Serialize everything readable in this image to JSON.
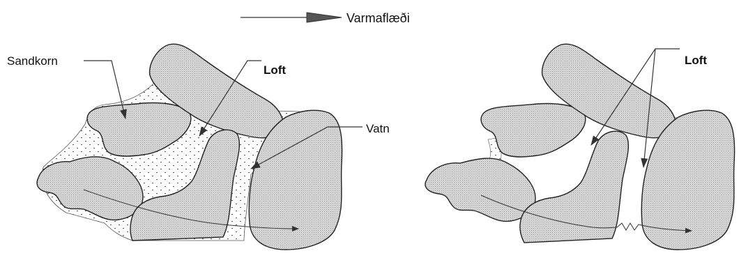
{
  "legend": {
    "label": "Varmaflæði"
  },
  "left_panel": {
    "labels": {
      "grain": "Sandkorn",
      "air": "Loft",
      "water": "Vatn"
    }
  },
  "right_panel": {
    "labels": {
      "air": "Loft"
    }
  },
  "colors": {
    "grain_fill": "#d9d9d9",
    "stroke": "#222222",
    "water_dots": "#666666",
    "background": "#ffffff"
  }
}
